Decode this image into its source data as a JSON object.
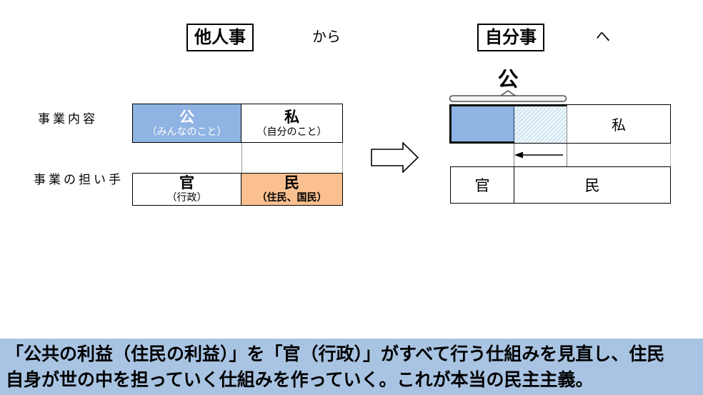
{
  "header": {
    "from_label": "他人事",
    "connector": "から",
    "to_label": "自分事",
    "suffix": "へ"
  },
  "left_diagram": {
    "row_labels": [
      "事業内容",
      "事業の担い手"
    ],
    "cells": {
      "public": {
        "main": "公",
        "sub": "（みんなのこと）"
      },
      "private": {
        "main": "私",
        "sub": "（自分のこと）"
      },
      "government": {
        "main": "官",
        "sub": "（行政）"
      },
      "people": {
        "main": "民",
        "sub": "（住民、国民）"
      }
    }
  },
  "right_diagram": {
    "public_label": "公",
    "private_label": "私",
    "government_label": "官",
    "people_label": "民"
  },
  "footer": {
    "line1": "「公共の利益（住民の利益）」を「官（行政）」がすべて行う仕組みを見直し、住民",
    "line2": "自身が世の中を担っていく仕組みを作っていく。これが本当の民主主義。"
  },
  "colors": {
    "public_blue": "#8FB3E2",
    "people_orange": "#FAC08F",
    "banner_blue": "#A9C4E3",
    "hatch_line": "#B9D8EA"
  }
}
